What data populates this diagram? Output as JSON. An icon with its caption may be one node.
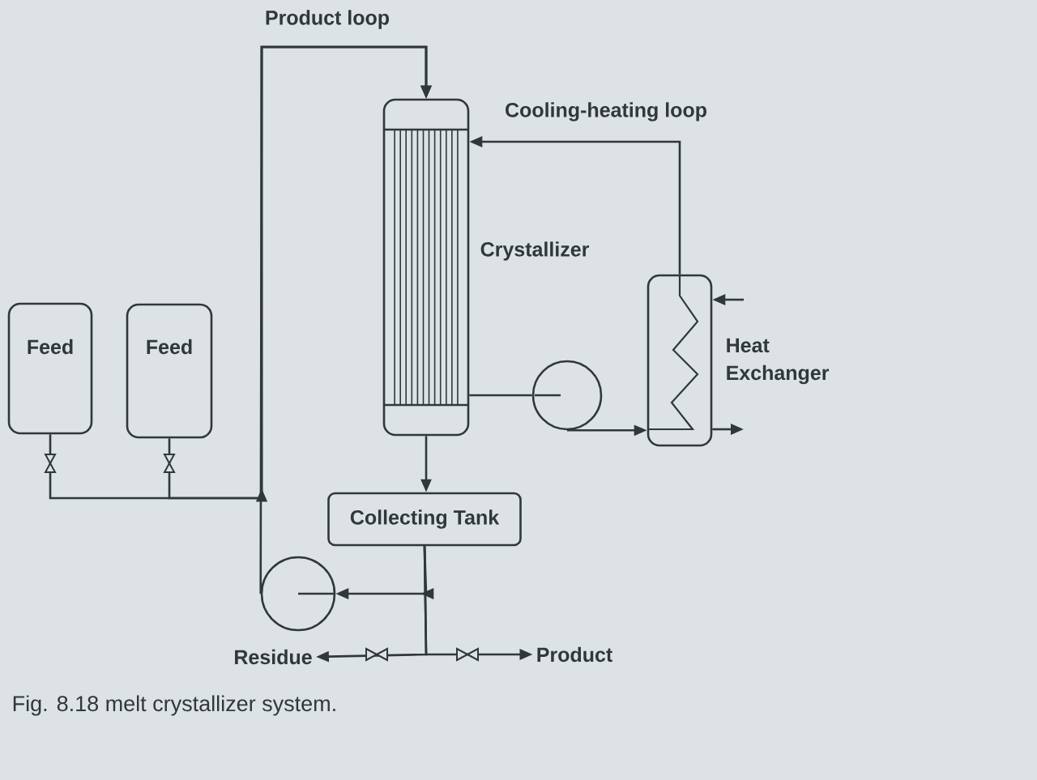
{
  "diagram": {
    "caption": "Fig. 8.18 melt crystallizer system.",
    "nodes": [
      {
        "text": [
          "Feed"
        ]
      },
      {
        "text": [
          "Feed"
        ]
      },
      {
        "text": [
          "Crystallizer"
        ]
      },
      {
        "text": [
          "Collecting Tank"
        ]
      },
      {
        "text": [],
        "shape": "circle"
      },
      {
        "text": [],
        "shape": "circle"
      },
      {
        "text": [
          "Heat Exchanger"
        ]
      },
      {
        "text": [
          "Residue"
        ]
      },
      {
        "text": [
          "Product"
        ]
      }
    ],
    "edges": [
      {
        "from": 0,
        "to": 2,
        "arrow": "to"
      },
      {
        "from": 1,
        "to": 2,
        "arrow": "to"
      },
      {
        "from": 4,
        "to": 2,
        "arrow": "to",
        "label": "Product loop"
      },
      {
        "from": 2,
        "to": 3,
        "arrow": "to"
      },
      {
        "from": 3,
        "to": 4,
        "arrow": "to"
      },
      {
        "from": 3,
        "to": 7,
        "arrow": "to"
      },
      {
        "from": 3,
        "to": 8,
        "arrow": "to"
      },
      {
        "from": 2,
        "to": 5,
        "arrow": "none"
      },
      {
        "from": 5,
        "to": 6,
        "arrow": "to"
      },
      {
        "from": 6,
        "to": 2,
        "arrow": "to",
        "label": "Cooling-heating loop"
      },
      {
        "from": null,
        "to": 6,
        "arrow": "to"
      },
      {
        "from": 6,
        "to": null,
        "arrow": "to"
      }
    ]
  }
}
